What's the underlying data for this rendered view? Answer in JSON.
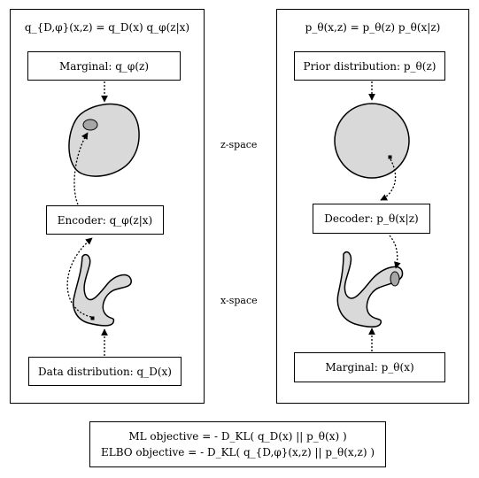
{
  "left_panel": {
    "title": "q_{D,φ}(x,z) = q_D(x) q_φ(z|x)",
    "marginal_box": "Marginal: q_φ(z)",
    "encoder_box": "Encoder: q_φ(z|x)",
    "data_box": "Data distribution: q_D(x)"
  },
  "right_panel": {
    "title": "p_θ(x,z) = p_θ(z) p_θ(x|z)",
    "prior_box": "Prior distribution: p_θ(z)",
    "decoder_box": "Decoder: p_θ(x|z)",
    "marginal_box": "Marginal: p_θ(x)"
  },
  "labels": {
    "z_space": "z-space",
    "x_space": "x-space"
  },
  "objectives": {
    "ml": "ML objective = - D_KL( q_D(x) || p_θ(x) )",
    "elbo": "ELBO objective = - D_KL( q_{D,φ}(x,z) || p_θ(x,z) )"
  },
  "colors": {
    "shape_fill": "#d9d9d9",
    "highlight_fill": "#a6a6a6",
    "stroke": "#000000"
  }
}
